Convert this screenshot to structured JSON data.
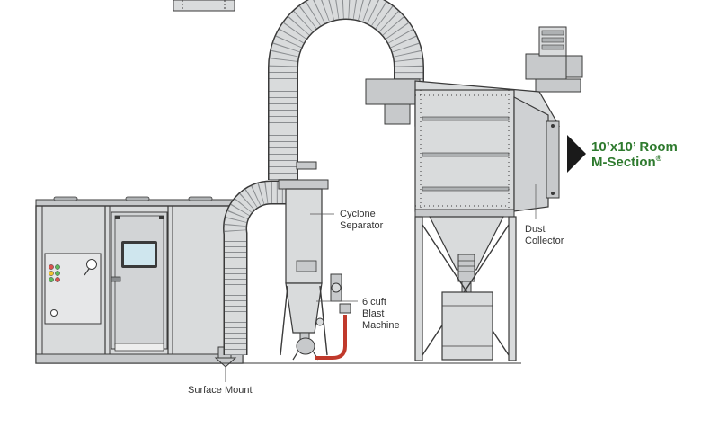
{
  "title": {
    "line1": "10’x10’ Room",
    "line2": "M-Section",
    "registered": "®",
    "color": "#2e7a2e"
  },
  "labels": {
    "cyclone_line1": "Cyclone",
    "cyclone_line2": "Separator",
    "blast_line1": "6 cuft",
    "blast_line2": "Blast",
    "blast_line3": "Machine",
    "dust_line1": "Dust",
    "dust_line2": "Collector",
    "surface_mount": "Surface Mount"
  },
  "colors": {
    "equipment_fill": "#d9dbdc",
    "equipment_dark": "#b5b8ba",
    "outline": "#3a3a3a",
    "hose_red": "#c0392b",
    "button_red": "#d9534f",
    "button_green": "#5cb85c",
    "button_yellow": "#f0c330",
    "window_blue": "#cfe6ee"
  },
  "icons": {
    "arrow": "triangle-right-icon",
    "gauge": "gauge-icon"
  }
}
